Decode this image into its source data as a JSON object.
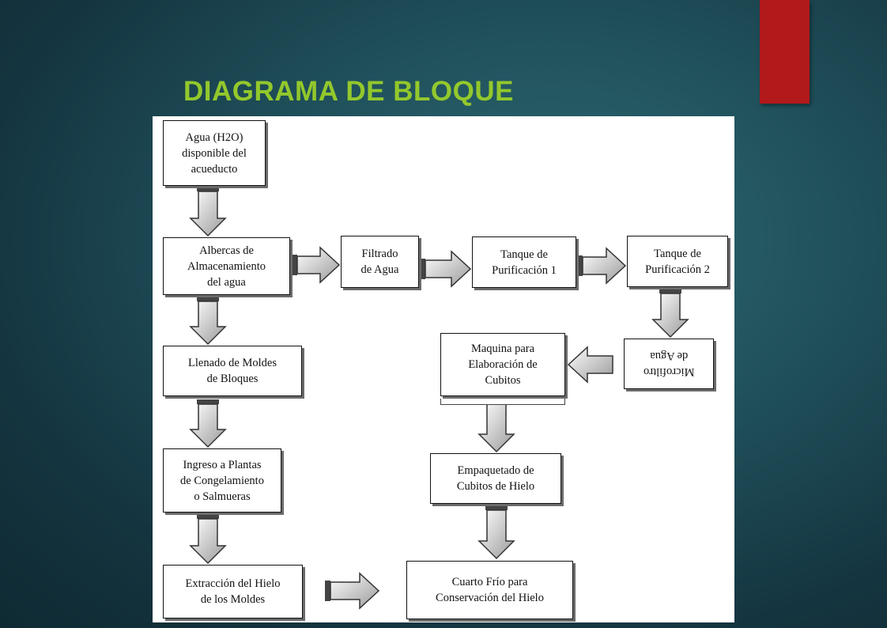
{
  "slide": {
    "title": "DIAGRAMA DE BLOQUE",
    "accent_colors": {
      "title": "#93c82c",
      "tab": "#b1191b",
      "background": "#1f4f5a"
    }
  },
  "diagram": {
    "nodes": {
      "agua": "Agua (H2O)\ndisponible del\nacueducto",
      "albercas": "Albercas de\nAlmacenamiento\ndel agua",
      "filtrado": "Filtrado\nde Agua",
      "tanque1": "Tanque de\nPurificación 1",
      "tanque2": "Tanque de\nPurificación 2",
      "llenado": "Llenado de Moldes\nde Bloques",
      "microfiltro": "Microfiltro\nde Agua",
      "maquina": "Maquina para\nElaboración de\nCubitos",
      "ingreso": "Ingreso a Plantas\nde Congelamiento\no Salmueras",
      "empaquetado": "Empaquetado de\nCubitos de Hielo",
      "extraccion": "Extracción del Hielo\nde los Moldes",
      "cuarto": "Cuarto Frío para\nConservación del Hielo"
    }
  }
}
